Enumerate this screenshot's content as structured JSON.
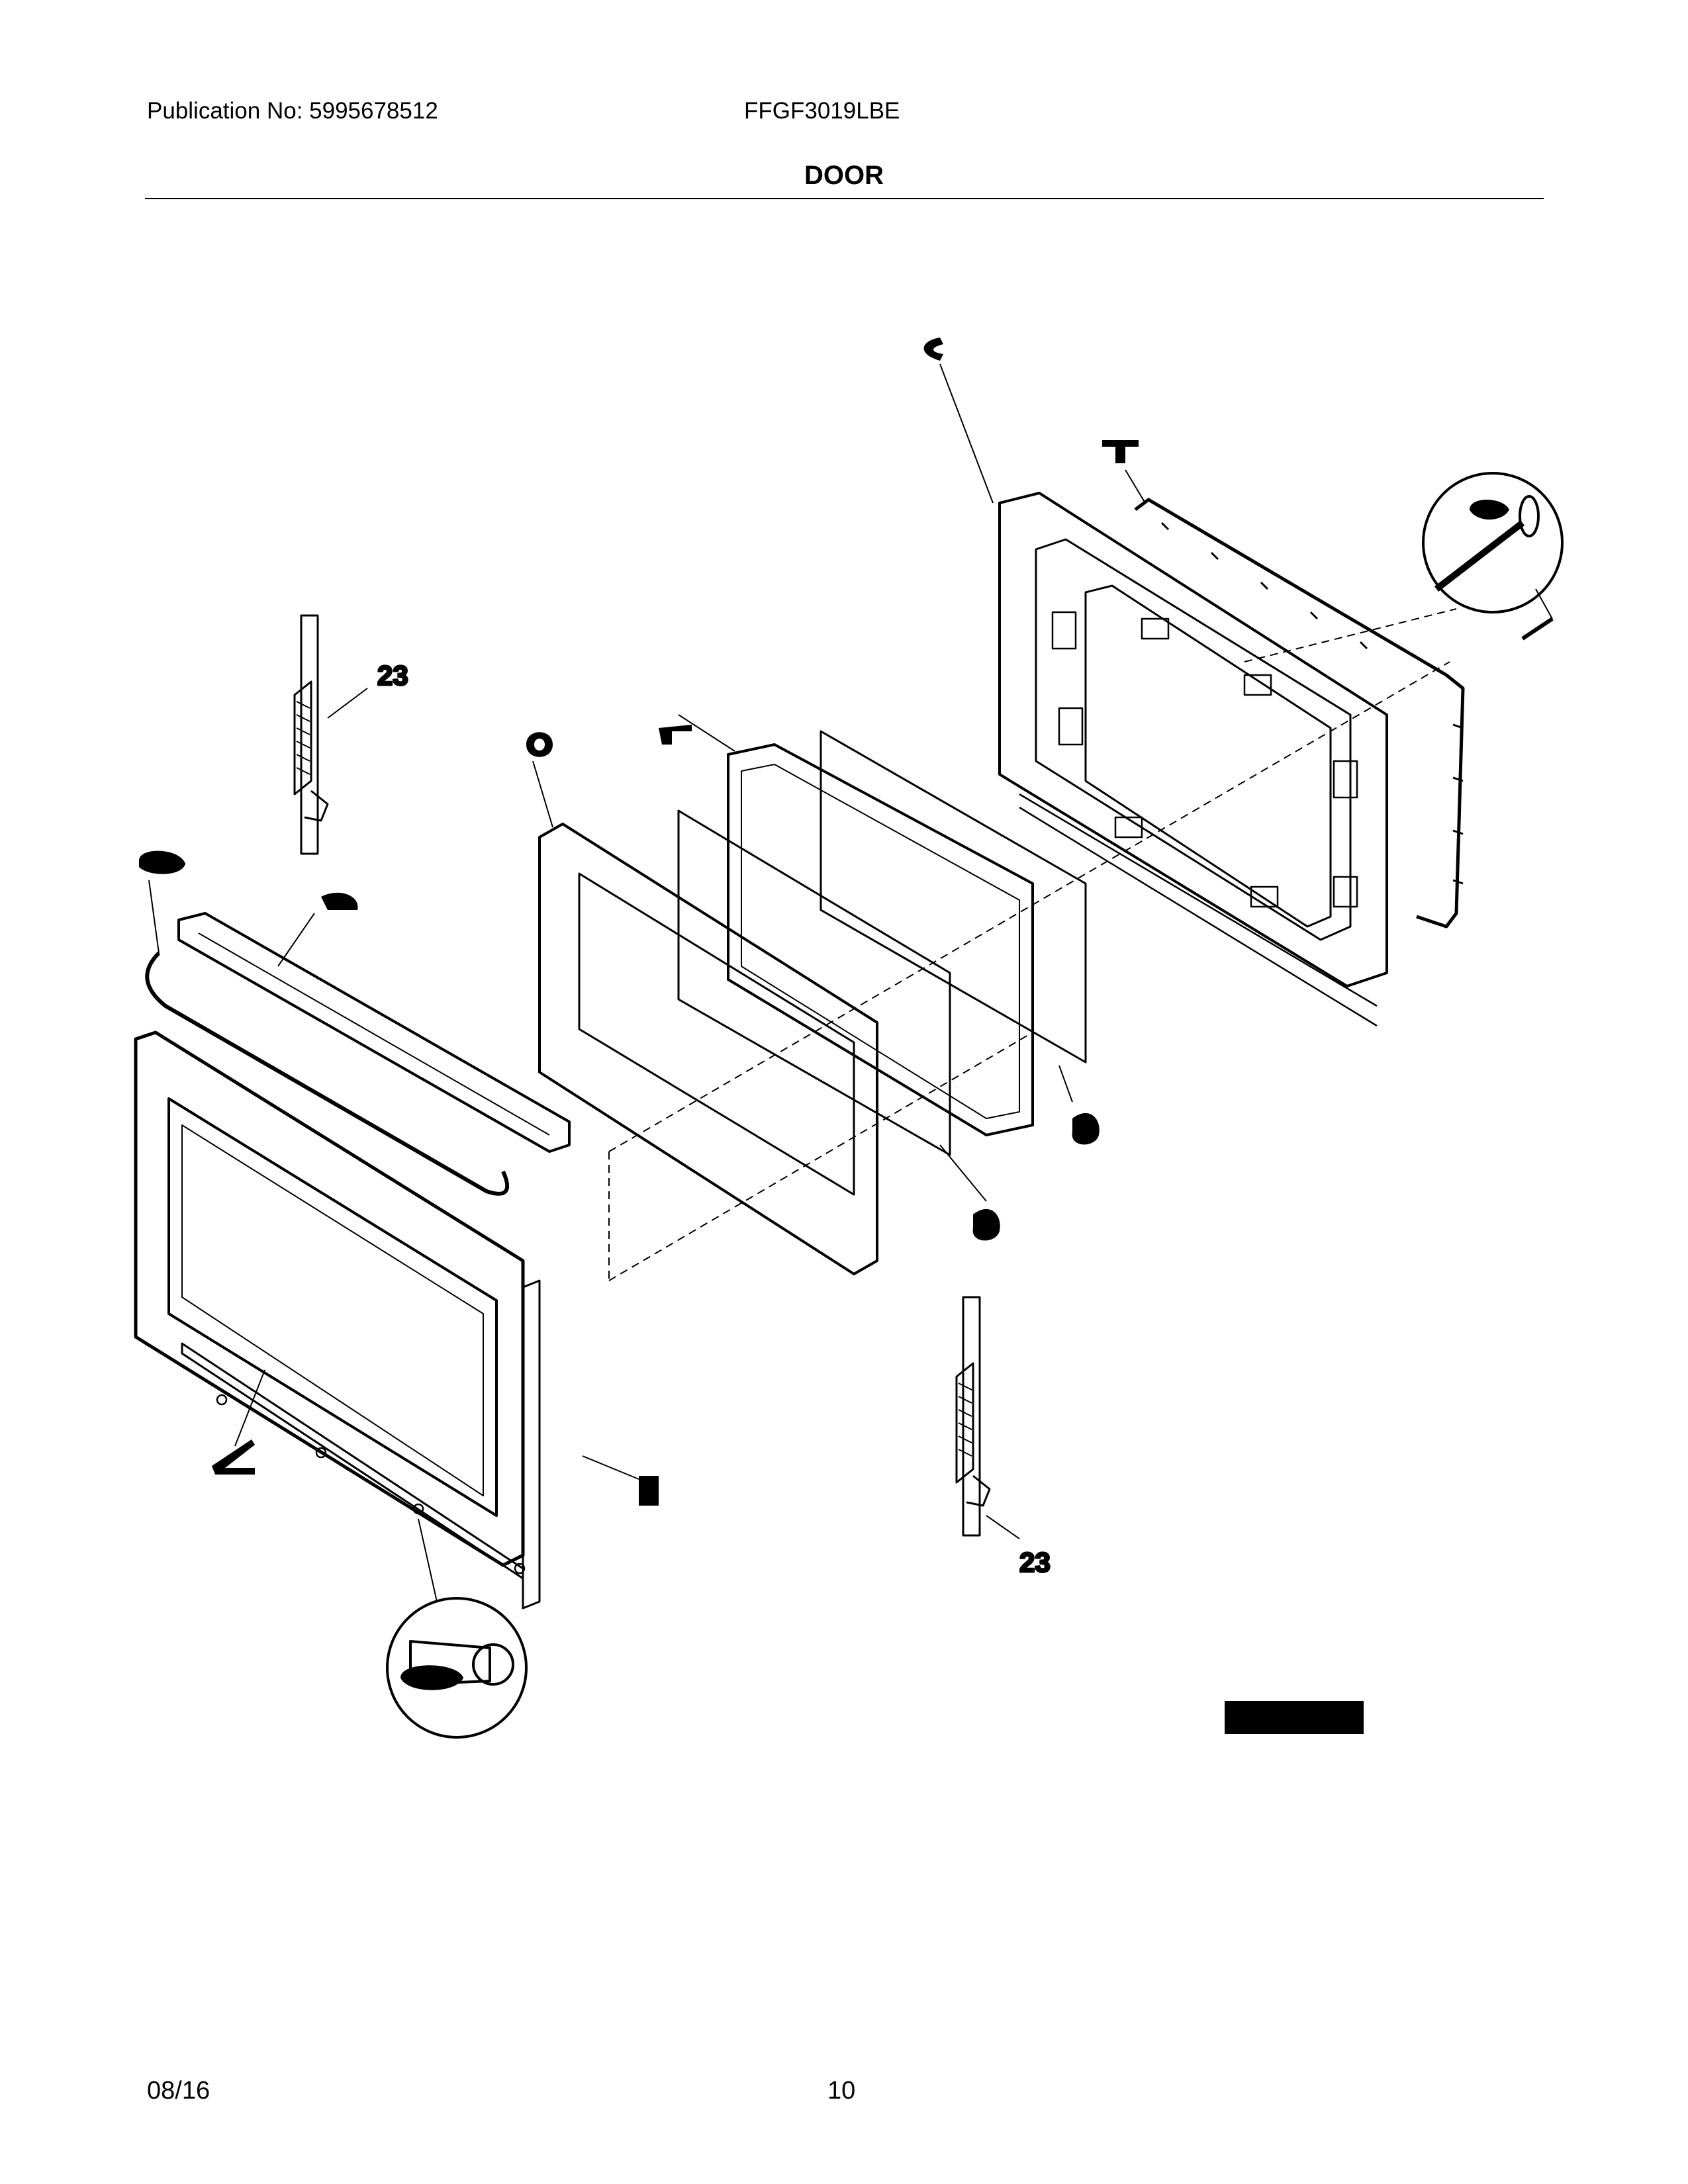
{
  "header": {
    "publication": "Publication No: 5995678512",
    "model": "FFGF3019LBE",
    "section_title": "DOOR"
  },
  "footer": {
    "date": "08/16",
    "page_number": "10"
  },
  "callouts": {
    "hinge_top": "23",
    "hinge_bottom": "23"
  }
}
